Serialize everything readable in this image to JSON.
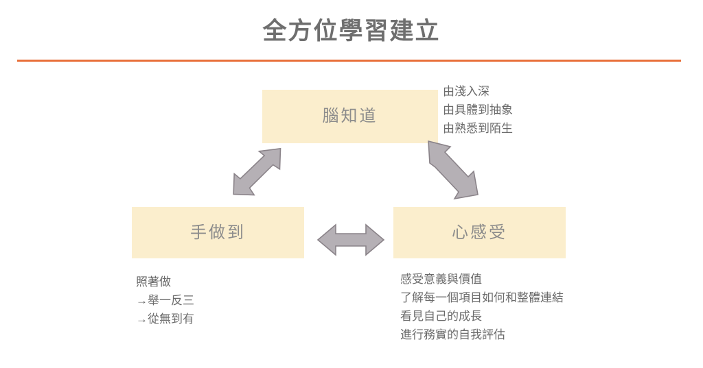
{
  "slide": {
    "title": "全方位學習建立",
    "rule_color": "#e8703a",
    "title_color": "#6e6e6e",
    "box_fill_color": "#fbeecd",
    "box_label_color": "#8c8c8c",
    "note_color": "#6b6b6b",
    "arrow_fill_color": "#b5b0b5",
    "arrow_stroke_color": "#8a8389",
    "background_color": "#ffffff"
  },
  "nodes": {
    "brain": {
      "label": "腦知道"
    },
    "hand": {
      "label": "手做到"
    },
    "heart": {
      "label": "心感受"
    }
  },
  "notes": {
    "brain": "由淺入深\n由具體到抽象\n由熟悉到陌生",
    "hand": "照著做\n→舉一反三\n→從無到有",
    "heart": "感受意義與價值\n了解每一個項目如何和整體連結\n看見自己的成長\n進行務實的自我評估"
  },
  "arrows": {
    "brain_hand": "double-headed-diagonal-arrow-ne-sw",
    "brain_heart": "double-headed-diagonal-arrow-nw-se",
    "hand_heart": "double-headed-horizontal-arrow"
  }
}
